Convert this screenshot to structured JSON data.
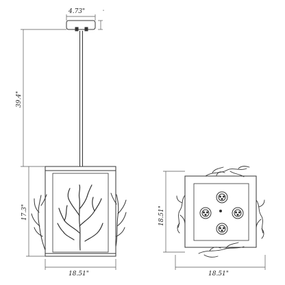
{
  "dimensions": {
    "canopy_width": "4.73\"",
    "canopy_height": "\"",
    "rod_length": "39.4\"",
    "body_height": "17.3\"",
    "body_width": "18.51\"",
    "top_depth": "18.51\"",
    "top_width": "18.51\""
  },
  "colors": {
    "line": "#333333",
    "dim_line": "#555555",
    "background": "#ffffff"
  }
}
